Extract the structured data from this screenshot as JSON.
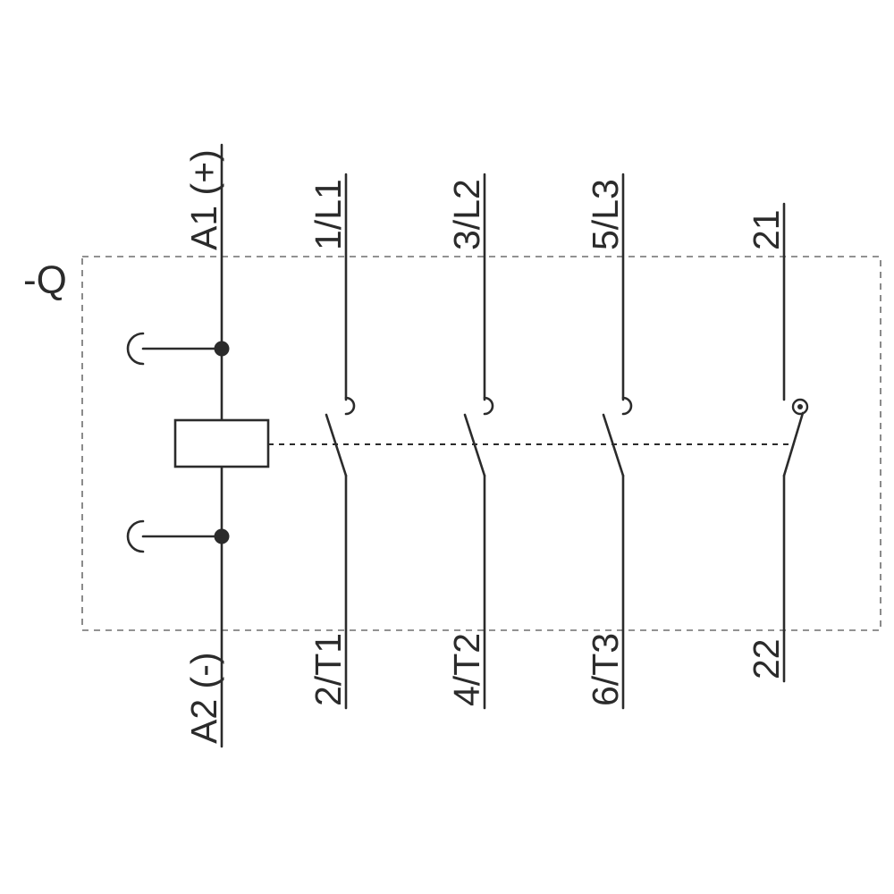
{
  "diagram": {
    "device_label": "-Q",
    "colors": {
      "line": "#2b2b2b",
      "boundary": "#6e6e6e",
      "background": "#ffffff"
    },
    "coil": {
      "top_terminal": "A1 (+)",
      "bottom_terminal": "A2 (-)"
    },
    "poles": [
      {
        "top_terminal": "1/L1",
        "bottom_terminal": "2/T1"
      },
      {
        "top_terminal": "3/L2",
        "bottom_terminal": "4/T2"
      },
      {
        "top_terminal": "5/L3",
        "bottom_terminal": "6/T3"
      }
    ],
    "auxiliary_contact": {
      "top_terminal": "21",
      "bottom_terminal": "22"
    }
  }
}
